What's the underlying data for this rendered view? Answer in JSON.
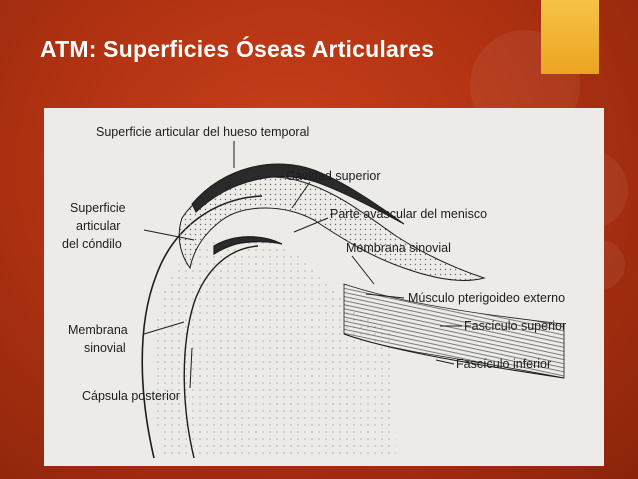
{
  "slide": {
    "title": "ATM: Superficies Óseas Articulares"
  },
  "labels": {
    "superficie_temporal": "Superficie articular del hueso temporal",
    "cavidad_superior": "Cavidad superior",
    "parte_avascular": "Parte avascular del menisco",
    "superficie_condilo_1": "Superficie",
    "superficie_condilo_2": "articular",
    "superficie_condilo_3": "del cóndilo",
    "membrana_sinovial_right": "Membrana sinovial",
    "musculo_pterigoideo": "Músculo pterigoideo externo",
    "fasciculo_superior": "Fascículo superior",
    "membrana_sinovial_left_1": "Membrana",
    "membrana_sinovial_left_2": "sinovial",
    "fasciculo_inferior": "Fascículo inferior",
    "capsula_posterior": "Cápsula posterior"
  },
  "colors": {
    "background": "#b23312",
    "accent": "#f0ad2a",
    "title": "#ffffff",
    "figure_bg": "#ecebe7",
    "ink": "#1d1d1d"
  }
}
